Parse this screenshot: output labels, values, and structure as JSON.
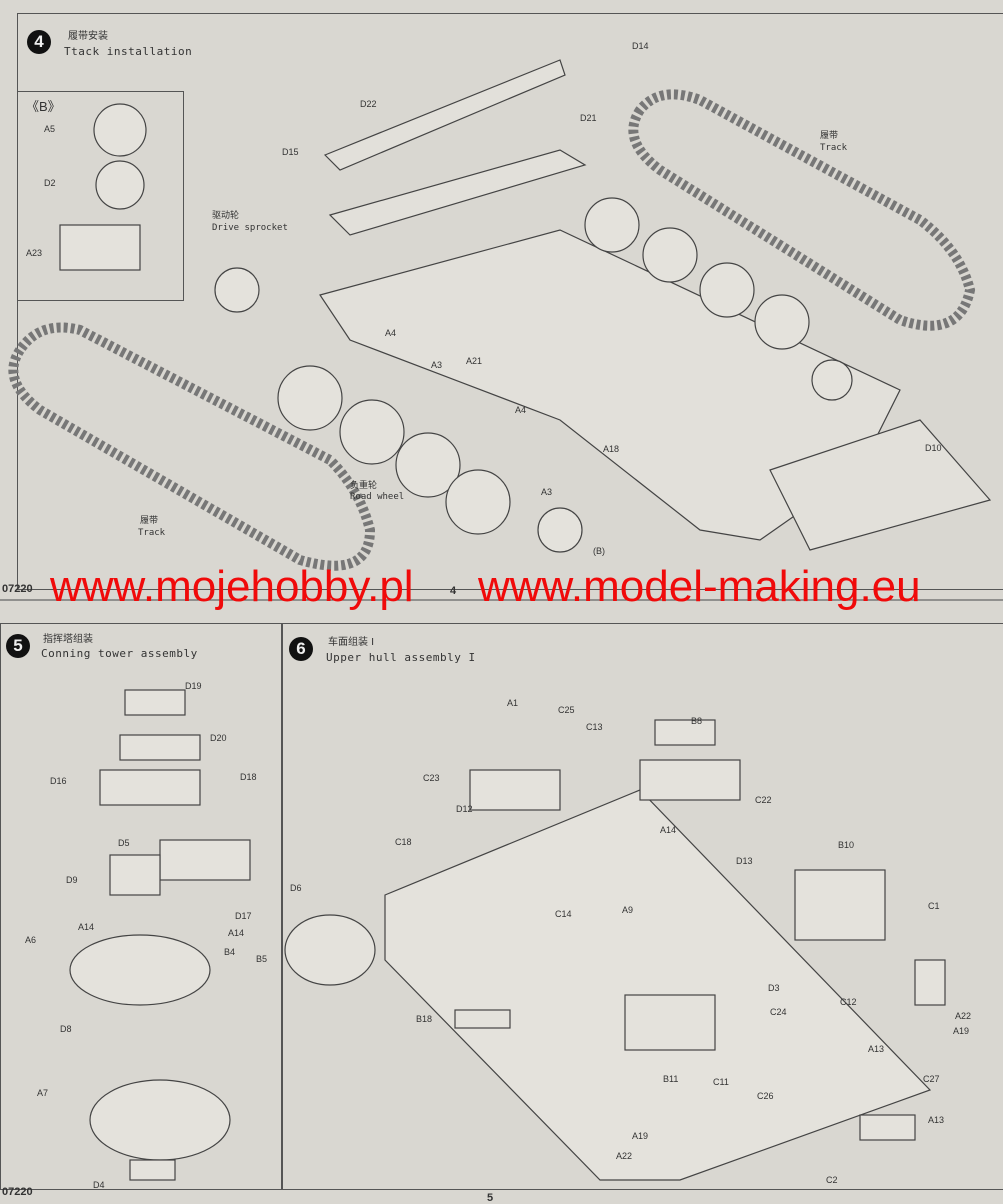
{
  "code": "07220",
  "page_numbers": [
    "4",
    "5"
  ],
  "watermark": {
    "left": "www.mojehobby.pl",
    "right": "www.model-making.eu",
    "color": "#f00a0a"
  },
  "step4": {
    "number": "4",
    "title_zh": "履带安装",
    "title_en": "Ttack installation",
    "inset_title": "《B》",
    "labels": [
      "D14",
      "D22",
      "D21",
      "D15",
      "A5",
      "D2",
      "A23",
      "A4",
      "A21",
      "A3",
      "A4",
      "A18",
      "A3",
      "(B)",
      "D10"
    ],
    "track_zh": "履带",
    "track_en": "Track",
    "sprocket_zh": "驱动轮",
    "sprocket_en": "Drive sprocket",
    "wheel_zh": "负重轮",
    "wheel_en": "Road wheel"
  },
  "step5": {
    "number": "5",
    "title_zh": "指挥塔组装",
    "title_en": "Conning tower assembly",
    "labels": [
      "D19",
      "D20",
      "D16",
      "D18",
      "D5",
      "D9",
      "D17",
      "A14",
      "A14",
      "A6",
      "B4",
      "B5",
      "D8",
      "A7",
      "D4"
    ]
  },
  "step6": {
    "number": "6",
    "title_zh": "车面组装 I",
    "title_en": "Upper hull assembly I",
    "labels": [
      "A1",
      "B8",
      "C25",
      "C13",
      "C23",
      "C22",
      "D12",
      "A14",
      "C18",
      "D13",
      "B10",
      "D6",
      "C14",
      "A9",
      "C1",
      "D3",
      "C24",
      "C12",
      "A22",
      "A19",
      "B18",
      "A13",
      "C27",
      "B11",
      "C11",
      "C26",
      "A13",
      "A19",
      "A22",
      "C2"
    ]
  }
}
